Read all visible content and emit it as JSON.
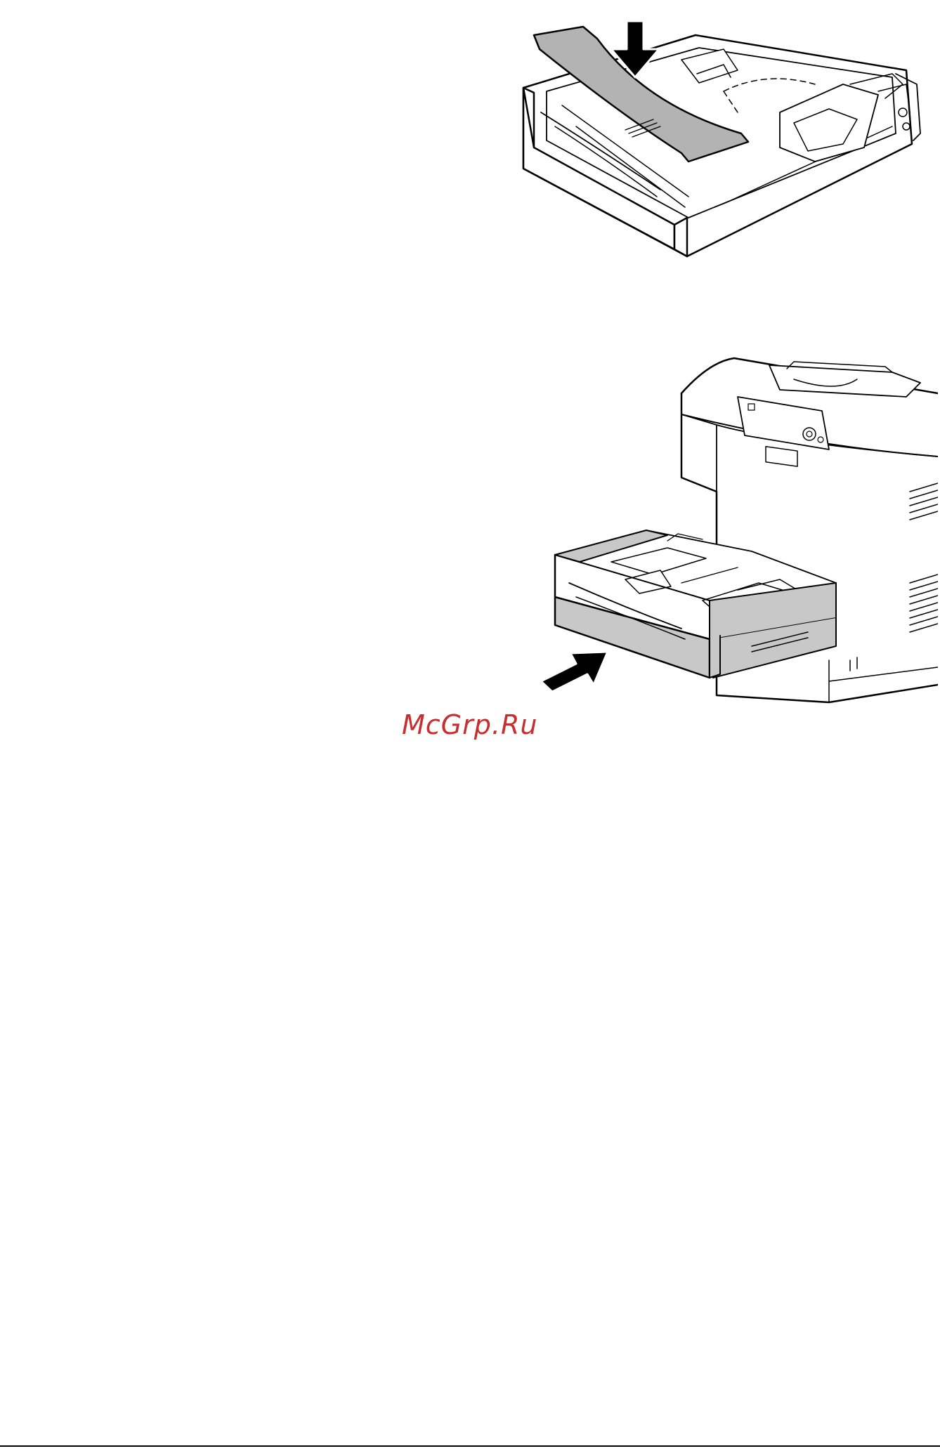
{
  "watermark": {
    "text": "McGrp.Ru",
    "color": "#c62f2f"
  },
  "figures": [
    {
      "id": "install-tray-cover",
      "arrow_direction": "down"
    },
    {
      "id": "insert-tray-into-printer",
      "arrow_direction": "right"
    }
  ],
  "colors": {
    "line": "#000000",
    "cover_fill": "#b3b3b3",
    "tray_front_fill": "#c8c8c8",
    "paper": "#ffffff"
  }
}
